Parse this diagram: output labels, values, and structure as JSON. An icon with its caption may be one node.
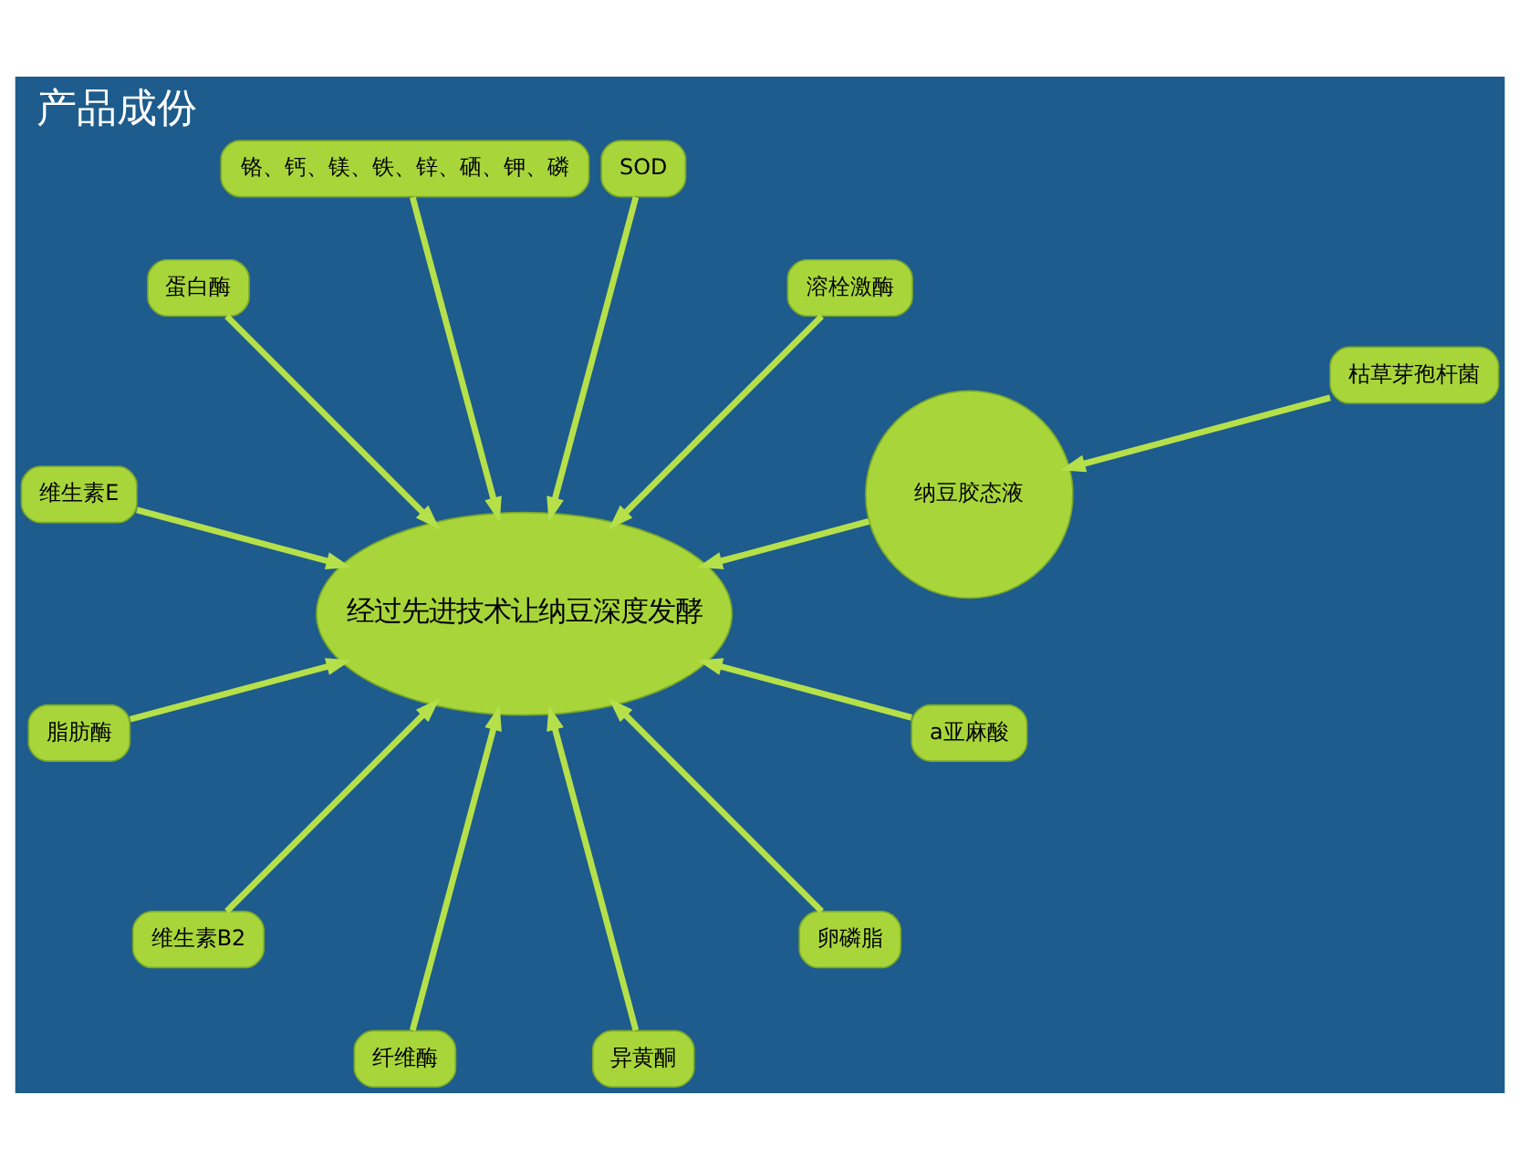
{
  "diagram": {
    "title": "产品成份",
    "nodes": [
      {
        "text": [
          "经过先进技术让纳豆深度发酵"
        ]
      },
      {
        "text": [
          "纳豆胶态液"
        ]
      },
      {
        "text": [
          "枯草芽孢杆菌"
        ]
      },
      {
        "text": [
          "溶栓激酶"
        ]
      },
      {
        "text": [
          "SOD"
        ]
      },
      {
        "text": [
          "铬、钙、镁、铁、锌、硒、钾、磷"
        ]
      },
      {
        "text": [
          "蛋白酶"
        ]
      },
      {
        "text": [
          "维生素E"
        ]
      },
      {
        "text": [
          "脂肪酶"
        ]
      },
      {
        "text": [
          "维生素B2"
        ]
      },
      {
        "text": [
          "纤维酶"
        ]
      },
      {
        "text": [
          "异黄酮"
        ]
      },
      {
        "text": [
          "卵磷脂"
        ]
      },
      {
        "text": [
          "a亚麻酸"
        ]
      }
    ],
    "edges": [
      {
        "from": 1,
        "to": 0,
        "arrow": "to"
      },
      {
        "from": 2,
        "to": 1,
        "arrow": "to"
      },
      {
        "from": 3,
        "to": 0,
        "arrow": "to"
      },
      {
        "from": 4,
        "to": 0,
        "arrow": "to"
      },
      {
        "from": 5,
        "to": 0,
        "arrow": "to"
      },
      {
        "from": 6,
        "to": 0,
        "arrow": "to"
      },
      {
        "from": 7,
        "to": 0,
        "arrow": "to"
      },
      {
        "from": 8,
        "to": 0,
        "arrow": "to"
      },
      {
        "from": 9,
        "to": 0,
        "arrow": "to"
      },
      {
        "from": 10,
        "to": 0,
        "arrow": "to"
      },
      {
        "from": 11,
        "to": 0,
        "arrow": "to"
      },
      {
        "from": 12,
        "to": 0,
        "arrow": "to"
      },
      {
        "from": 13,
        "to": 0,
        "arrow": "to"
      }
    ]
  }
}
